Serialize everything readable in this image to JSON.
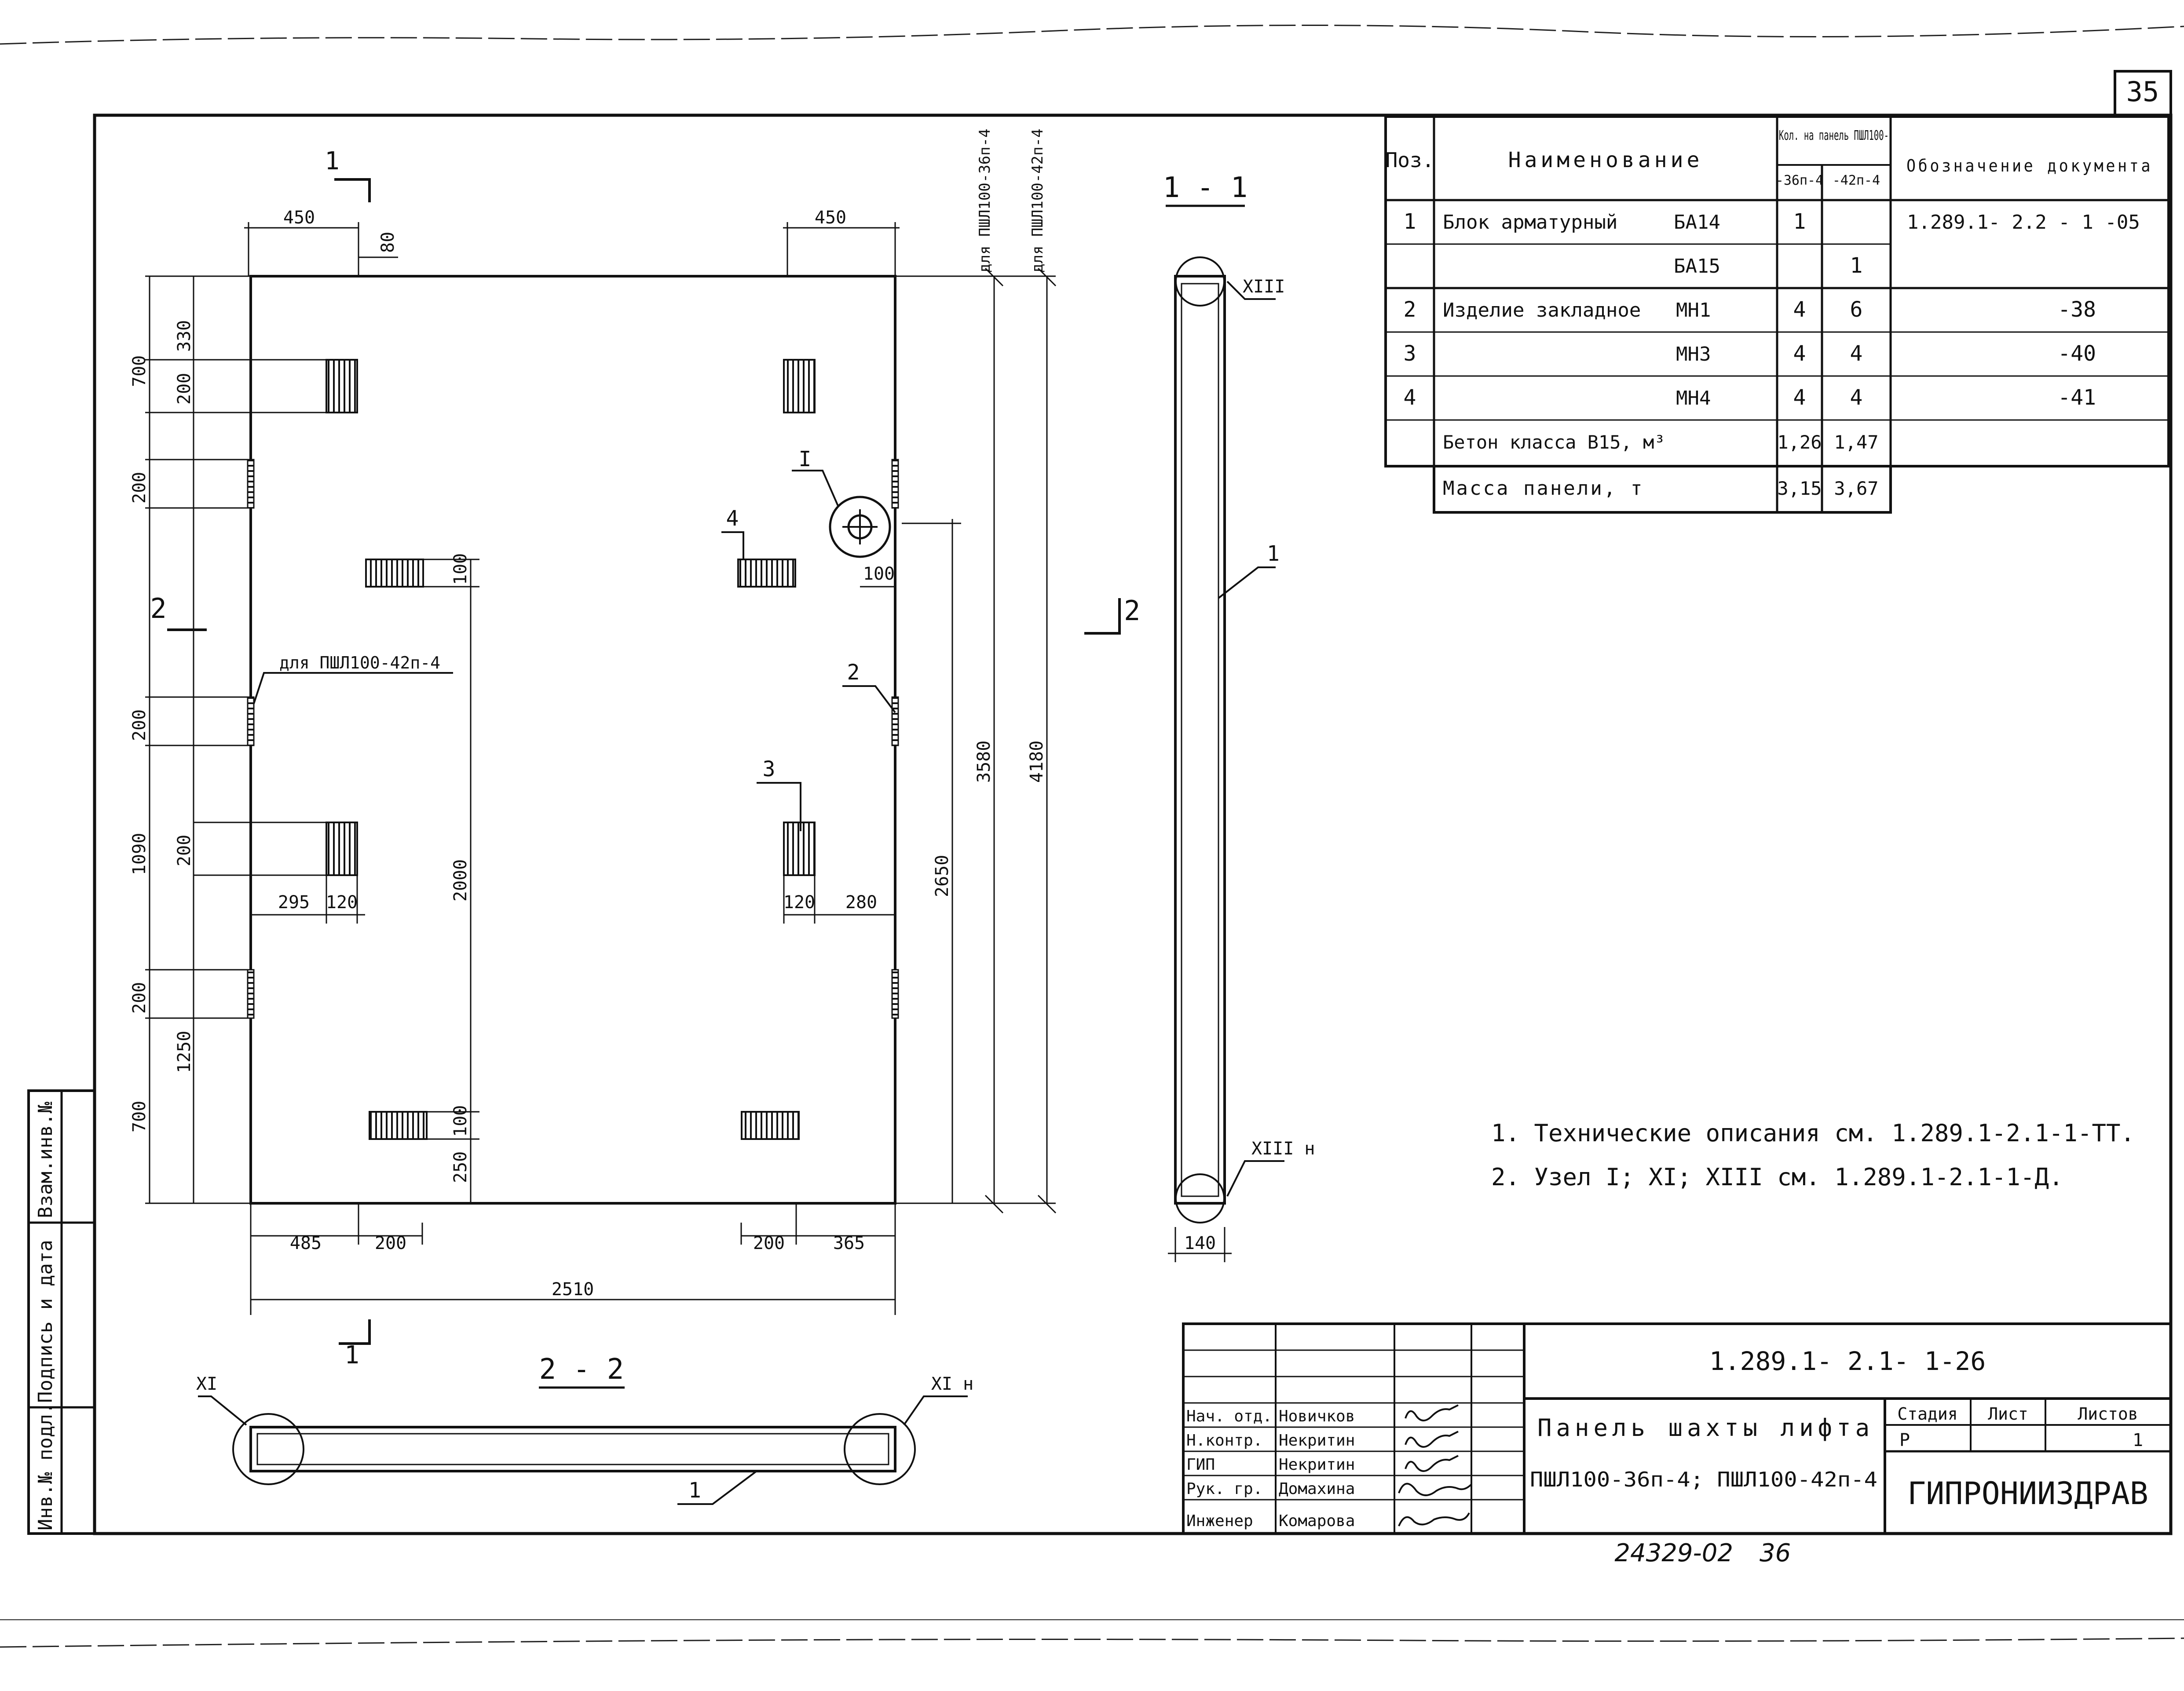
{
  "sheet_number": "35",
  "archive_number": "24329-02",
  "archive_page": "36",
  "drawing": {
    "plan": {
      "dims_top": {
        "left_offset": "450",
        "right_offset": "450",
        "small": "80"
      },
      "dims_left": [
        "330",
        "200",
        "700",
        "200",
        "200",
        "1090",
        "200",
        "200",
        "1250",
        "700"
      ],
      "dims_bottom": {
        "a": "485",
        "b": "200",
        "c": "200",
        "d": "365",
        "total": "2510"
      },
      "dims_inner": {
        "d295": "295",
        "d120a": "120",
        "d120b": "120",
        "d280": "280",
        "d2000": "2000",
        "d100a": "100",
        "d100b": "100",
        "d250": "250",
        "d100c": "100"
      },
      "dims_right": {
        "h2650": "2650",
        "h3580": "3580",
        "h4180": "4180"
      },
      "note_for_42": "для ПШЛ100-42п-4",
      "right_labels": {
        "for36": "для ПШЛ100-36п-4",
        "for42": "для ПШЛ100-42п-4"
      },
      "callouts": {
        "node_I": "I",
        "pos2": "2",
        "pos3": "3",
        "pos4": "4"
      },
      "section_marks": {
        "s1_top": "1",
        "s1_bottom": "1",
        "s2_left": "2",
        "s2_right": "2"
      }
    },
    "section_1_1": {
      "title": "1 - 1",
      "node_top": "XIII",
      "node_bottom": "XIII н",
      "width": "140",
      "callout": "1"
    },
    "section_2_2": {
      "title": "2 - 2",
      "node_left": "XI",
      "node_right": "XI н",
      "callout": "1"
    }
  },
  "spec_table": {
    "headers": {
      "pos": "Поз.",
      "name": "Наименование",
      "qty": "Кол. на панель ПШЛ100-",
      "qty_a": "-36п-4",
      "qty_b": "-42п-4",
      "doc": "Обозначение документа"
    },
    "rows": [
      {
        "pos": "1",
        "name": "Блок арматурный",
        "mark": "БА14",
        "qa": "1",
        "qb": "",
        "doc": "1.289.1- 2.2 - 1 -05"
      },
      {
        "pos": "",
        "name": "",
        "mark": "БА15",
        "qa": "",
        "qb": "1",
        "doc": ""
      },
      {
        "pos": "2",
        "name": "Изделие закладное",
        "mark": "МН1",
        "qa": "4",
        "qb": "6",
        "doc": "-38"
      },
      {
        "pos": "3",
        "name": "",
        "mark": "МН3",
        "qa": "4",
        "qb": "4",
        "doc": "-40"
      },
      {
        "pos": "4",
        "name": "",
        "mark": "МН4",
        "qa": "4",
        "qb": "4",
        "doc": "-41"
      },
      {
        "pos": "",
        "name": "Бетон класса В15, м³",
        "mark": "",
        "qa": "1,26",
        "qb": "1,47",
        "doc": ""
      }
    ],
    "mass_row": {
      "name": "Масса панели, т",
      "qa": "3,15",
      "qb": "3,67"
    }
  },
  "notes": [
    "1. Технические описания см. 1.289.1-2.1-1-ТТ.",
    "2. Узел I; XI; XIII см. 1.289.1-2.1-1-Д."
  ],
  "left_stamp": {
    "c1": "Инв.№ подл.",
    "c2": "Подпись и дата",
    "c3": "Взам.инв.№"
  },
  "title_block": {
    "code": "1.289.1- 2.1- 1-26",
    "title_line1": "Панель шахты лифта",
    "title_line2": "ПШЛ100-36п-4; ПШЛ100-42п-4",
    "stage_label": "Стадия",
    "sheet_label": "Лист",
    "sheets_label": "Листов",
    "stage": "Р",
    "sheets": "1",
    "org": "ГИПРОНИИЗДРАВ",
    "people": [
      {
        "role": "Нач. отд.",
        "name": "Новичков"
      },
      {
        "role": "Н.контр.",
        "name": "Некритин"
      },
      {
        "role": "ГИП",
        "name": "Некритин"
      },
      {
        "role": "Рук. гр.",
        "name": "Домахина"
      },
      {
        "role": "Инженер",
        "name": "Комарова"
      }
    ]
  }
}
